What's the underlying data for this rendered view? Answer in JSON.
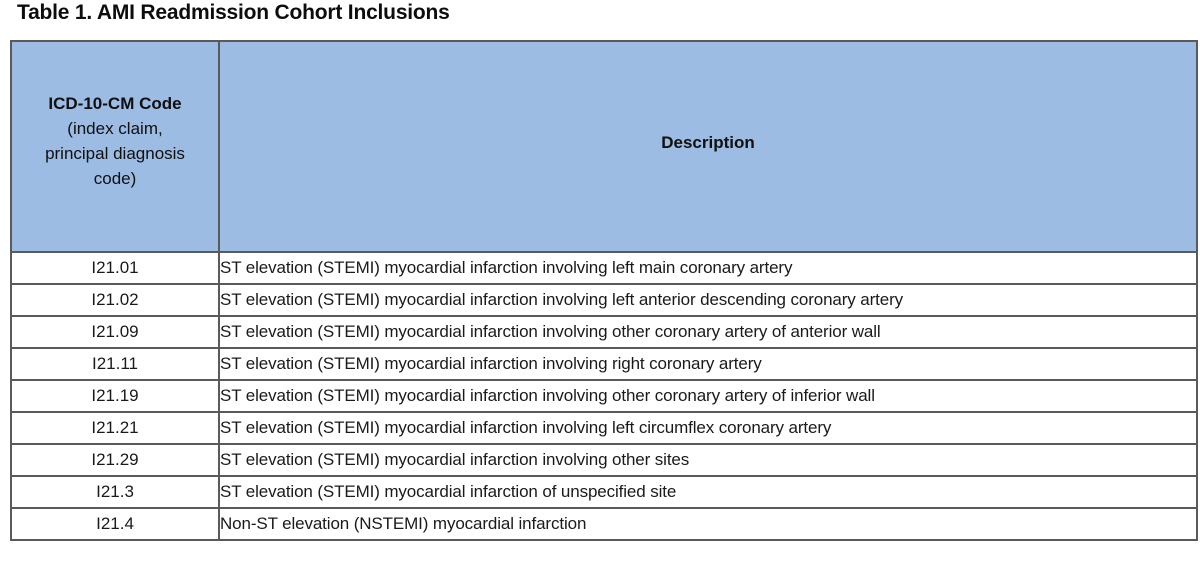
{
  "title": "Table 1. AMI Readmission Cohort Inclusions",
  "colors": {
    "header_background": "#9cbce4",
    "border": "#5a5a5a",
    "text": "#1a1a1a",
    "page_background": "#ffffff"
  },
  "table": {
    "headers": {
      "code_line1": "ICD-10-CM Code",
      "code_line2": "(index claim,",
      "code_line3": "principal diagnosis",
      "code_line4": "code)",
      "description": "Description"
    },
    "rows": [
      {
        "code": "I21.01",
        "description": "ST elevation (STEMI) myocardial infarction involving left main coronary artery"
      },
      {
        "code": "I21.02",
        "description": "ST elevation (STEMI) myocardial infarction involving left anterior descending coronary artery"
      },
      {
        "code": "I21.09",
        "description": "ST elevation (STEMI) myocardial infarction involving other coronary artery of anterior wall"
      },
      {
        "code": "I21.11",
        "description": "ST elevation (STEMI) myocardial infarction involving right coronary artery"
      },
      {
        "code": "I21.19",
        "description": "ST elevation (STEMI) myocardial infarction involving other coronary artery of inferior wall"
      },
      {
        "code": "I21.21",
        "description": "ST elevation (STEMI) myocardial infarction involving left circumflex coronary artery"
      },
      {
        "code": "I21.29",
        "description": "ST elevation (STEMI) myocardial infarction involving other sites"
      },
      {
        "code": "I21.3",
        "description": "ST elevation (STEMI) myocardial infarction of unspecified site"
      },
      {
        "code": "I21.4",
        "description": "Non-ST elevation (NSTEMI) myocardial infarction"
      }
    ]
  }
}
